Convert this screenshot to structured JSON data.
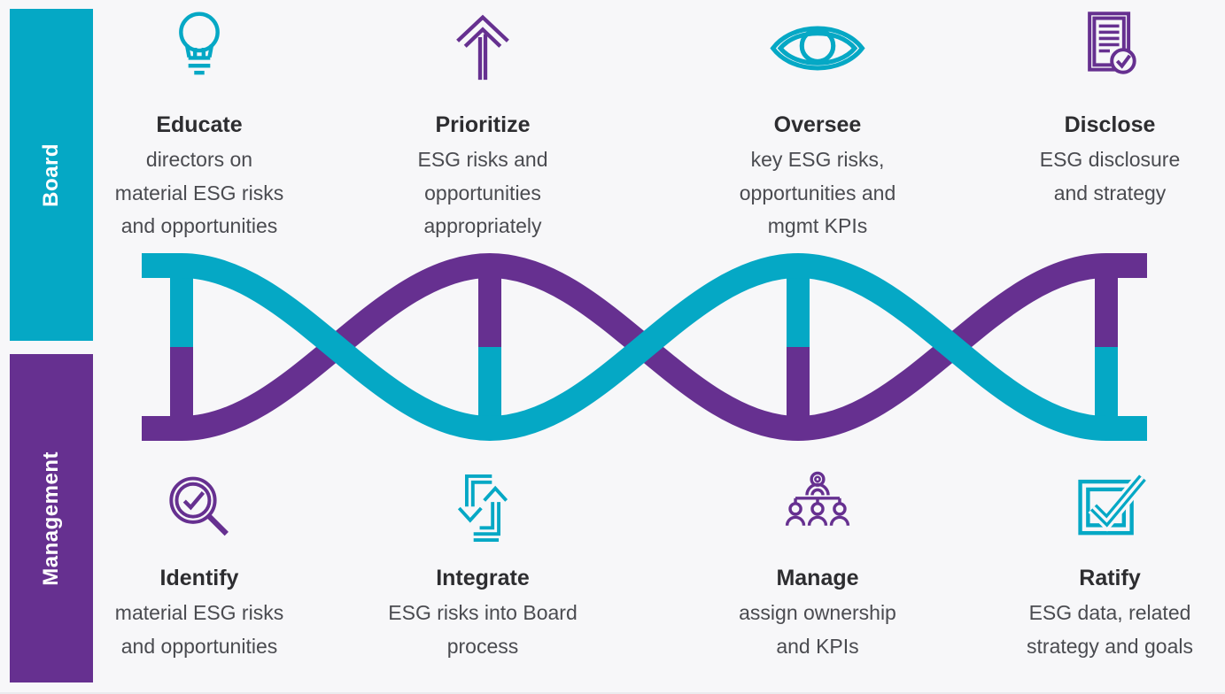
{
  "colors": {
    "teal": "#05a8c5",
    "purple": "#663090",
    "background": "#f7f7f9",
    "title_text": "#2d2d30",
    "body_text": "#4a4b50",
    "label_text": "#ffffff"
  },
  "sidebar": {
    "board_label": "Board",
    "management_label": "Management"
  },
  "board_row": {
    "steps": [
      {
        "icon": "lightbulb-icon",
        "icon_color": "teal",
        "title": "Educate",
        "line1": "directors on",
        "line2": "material ESG risks",
        "line3": "and opportunities"
      },
      {
        "icon": "arrow-up-icon",
        "icon_color": "purple",
        "title": "Prioritize",
        "line1": "ESG risks and",
        "line2": "opportunities",
        "line3": "appropriately"
      },
      {
        "icon": "eye-icon",
        "icon_color": "teal",
        "title": "Oversee",
        "line1": "key ESG risks,",
        "line2": "opportunities and",
        "line3": "mgmt KPIs"
      },
      {
        "icon": "document-check-icon",
        "icon_color": "purple",
        "title": "Disclose",
        "line1": "ESG disclosure",
        "line2": "and strategy"
      }
    ]
  },
  "management_row": {
    "steps": [
      {
        "icon": "magnifier-check-icon",
        "icon_color": "purple",
        "title": "Identify",
        "line1": "material ESG risks",
        "line2": "and opportunities"
      },
      {
        "icon": "sync-arrows-icon",
        "icon_color": "teal",
        "title": "Integrate",
        "line1": "ESG risks into Board",
        "line2": "process"
      },
      {
        "icon": "org-chart-icon",
        "icon_color": "purple",
        "title": "Manage",
        "line1": "assign ownership",
        "line2": "and KPIs"
      },
      {
        "icon": "checkbox-check-icon",
        "icon_color": "teal",
        "title": "Ratify",
        "line1": "ESG data, related",
        "line2": "strategy and goals"
      }
    ]
  },
  "dna_helix": {
    "strand_colors": [
      "teal",
      "purple"
    ],
    "rung_count": 4,
    "rungs": [
      {
        "top": "teal",
        "bottom": "purple"
      },
      {
        "top": "purple",
        "bottom": "teal"
      },
      {
        "top": "teal",
        "bottom": "purple"
      },
      {
        "top": "purple",
        "bottom": "teal"
      }
    ]
  }
}
